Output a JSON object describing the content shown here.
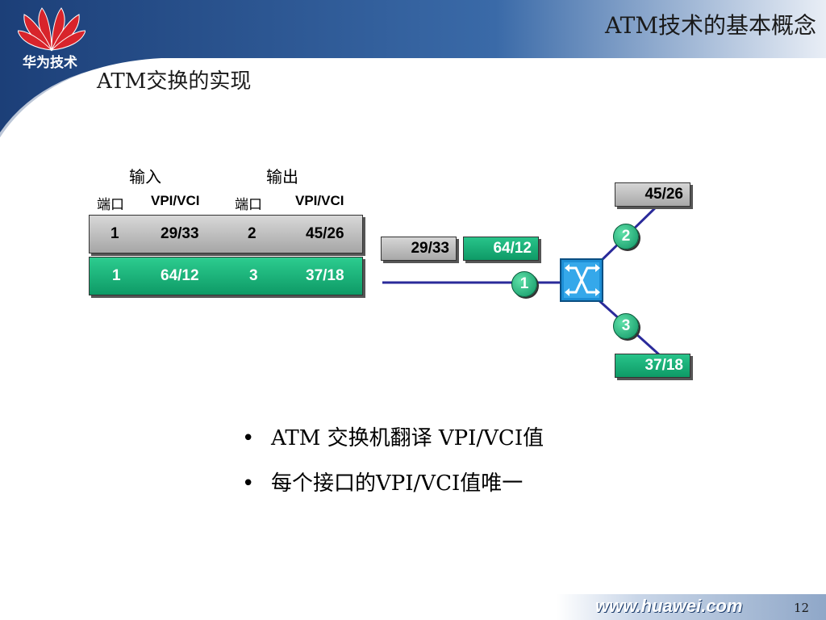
{
  "header": {
    "slide_title": "ATM技术的基本概念",
    "subtitle": "ATM交换的实现",
    "logo_text": "华为技术"
  },
  "table": {
    "group_input": "输入",
    "group_output": "输出",
    "col_port_in": "端口",
    "col_vpivci_in": "VPI/VCI",
    "col_port_out": "端口",
    "col_vpivci_out": "VPI/VCI",
    "rows": [
      {
        "in_port": "1",
        "in_vpivci": "29/33",
        "out_port": "2",
        "out_vpivci": "45/26"
      },
      {
        "in_port": "1",
        "in_vpivci": "64/12",
        "out_port": "3",
        "out_vpivci": "37/18"
      }
    ]
  },
  "diagram": {
    "cell_in_gray": "29/33",
    "cell_in_green": "64/12",
    "cell_out_top": "45/26",
    "cell_out_bottom": "37/18",
    "port_1": "1",
    "port_2": "2",
    "port_3": "3"
  },
  "bullets": [
    "ATM 交换机翻译 VPI/VCI值",
    "每个接口的VPI/VCI值唯一"
  ],
  "footer": {
    "url": "www.huawei.com",
    "page_number": "12"
  },
  "colors": {
    "header_blue": "#1f4f8a",
    "logo_red": "#d8242b",
    "green_cell": "#12a874",
    "gray_cell": "#b8b8b8",
    "link_blue": "#2a2a9a"
  }
}
